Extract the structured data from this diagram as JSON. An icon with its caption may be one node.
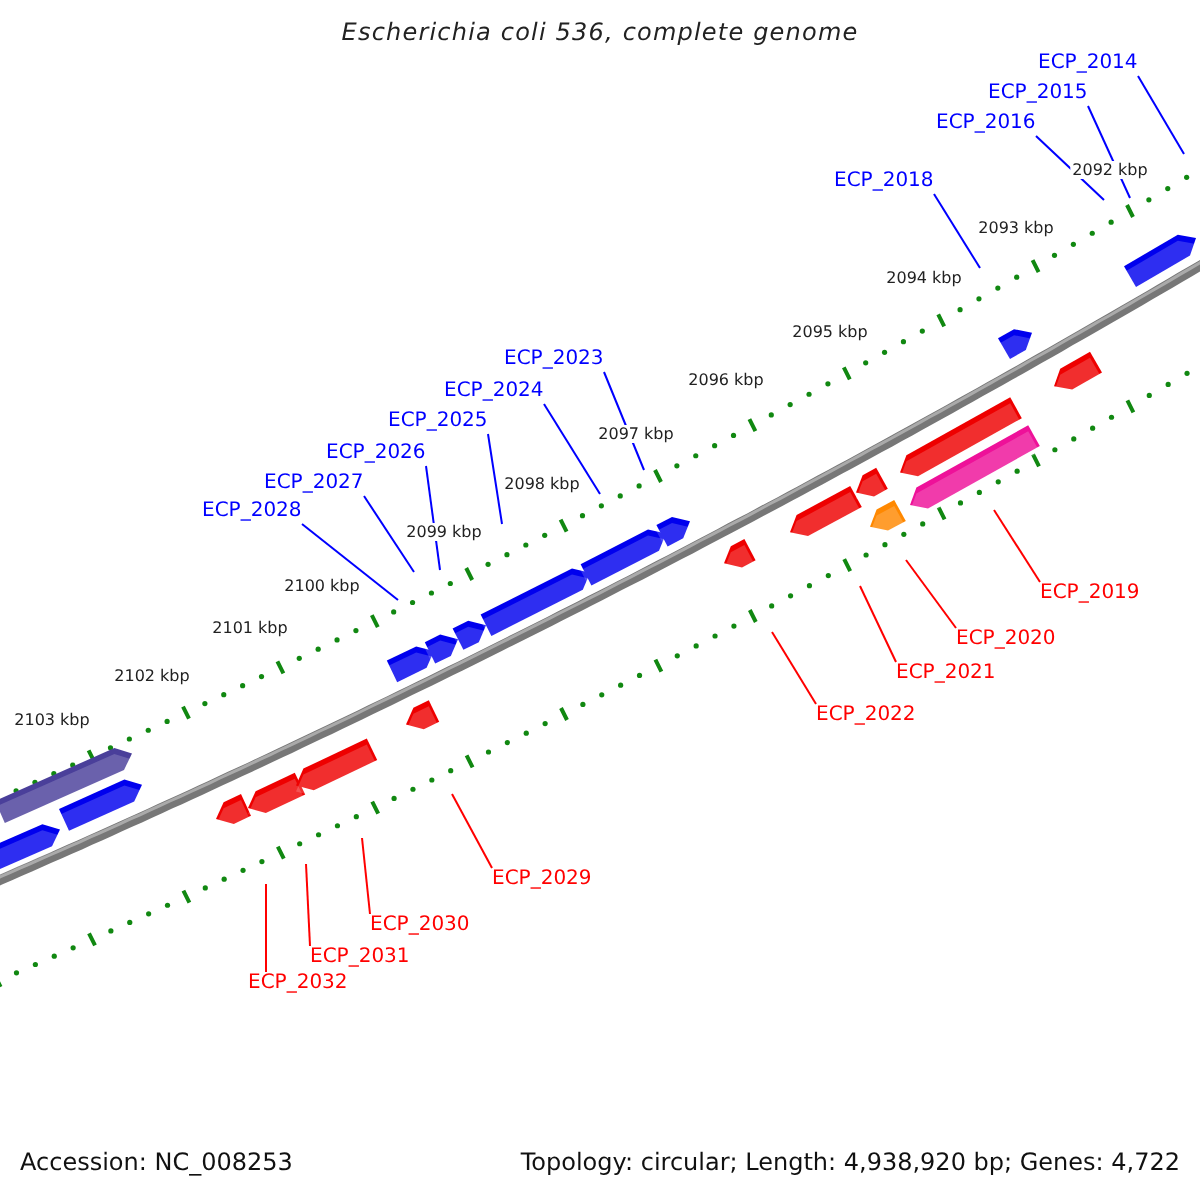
{
  "diagram": {
    "title": "Escherichia coli 536, complete genome",
    "nodes": [
      {
        "text": [
          "ECP_2014"
        ]
      },
      {
        "text": [
          "ECP_2015"
        ]
      },
      {
        "text": [
          "ECP_2016"
        ]
      },
      {
        "text": [
          "ECP_2018"
        ]
      },
      {
        "text": [
          "ECP_2023"
        ]
      },
      {
        "text": [
          "ECP_2024"
        ]
      },
      {
        "text": [
          "ECP_2025"
        ]
      },
      {
        "text": [
          "ECP_2026"
        ]
      },
      {
        "text": [
          "ECP_2027"
        ]
      },
      {
        "text": [
          "ECP_2028"
        ]
      },
      {
        "text": [
          "ECP_2019"
        ]
      },
      {
        "text": [
          "ECP_2020"
        ]
      },
      {
        "text": [
          "ECP_2021"
        ]
      },
      {
        "text": [
          "ECP_2022"
        ]
      },
      {
        "text": [
          "ECP_2029"
        ]
      },
      {
        "text": [
          "ECP_2030"
        ]
      },
      {
        "text": [
          "ECP_2031"
        ]
      },
      {
        "text": [
          "ECP_2032"
        ]
      }
    ],
    "edges": [
      {
        "from": 0,
        "to": null,
        "arrow": "none"
      },
      {
        "from": 1,
        "to": null,
        "arrow": "none"
      },
      {
        "from": 2,
        "to": null,
        "arrow": "none"
      },
      {
        "from": 3,
        "to": null,
        "arrow": "none"
      },
      {
        "from": 4,
        "to": null,
        "arrow": "none"
      },
      {
        "from": 5,
        "to": null,
        "arrow": "none"
      },
      {
        "from": 6,
        "to": null,
        "arrow": "none"
      },
      {
        "from": 7,
        "to": null,
        "arrow": "none"
      },
      {
        "from": 8,
        "to": null,
        "arrow": "none"
      },
      {
        "from": 9,
        "to": null,
        "arrow": "none"
      },
      {
        "from": 10,
        "to": null,
        "arrow": "none",
        "color": "#ff0000"
      },
      {
        "from": 11,
        "to": null,
        "arrow": "none",
        "color": "#ff0000"
      },
      {
        "from": 12,
        "to": null,
        "arrow": "none",
        "color": "#ff0000"
      },
      {
        "from": 13,
        "to": null,
        "arrow": "none",
        "color": "#ff0000"
      },
      {
        "from": 14,
        "to": null,
        "arrow": "none",
        "color": "#ff0000"
      },
      {
        "from": 15,
        "to": null,
        "arrow": "none",
        "color": "#ff0000"
      },
      {
        "from": 16,
        "to": null,
        "arrow": "none",
        "color": "#ff0000"
      },
      {
        "from": 17,
        "to": null,
        "arrow": "none",
        "color": "#ff0000"
      }
    ],
    "labels": [
      "2092 kbp",
      "2093 kbp",
      "2094 kbp",
      "2095 kbp",
      "2096 kbp",
      "2097 kbp",
      "2098 kbp",
      "2099 kbp",
      "2100 kbp",
      "2101 kbp",
      "2102 kbp",
      "2103 kbp",
      "Accession: NC_008253",
      "Topology: circular; Length: 4,938,920 bp; Genes: 4,722"
    ]
  }
}
